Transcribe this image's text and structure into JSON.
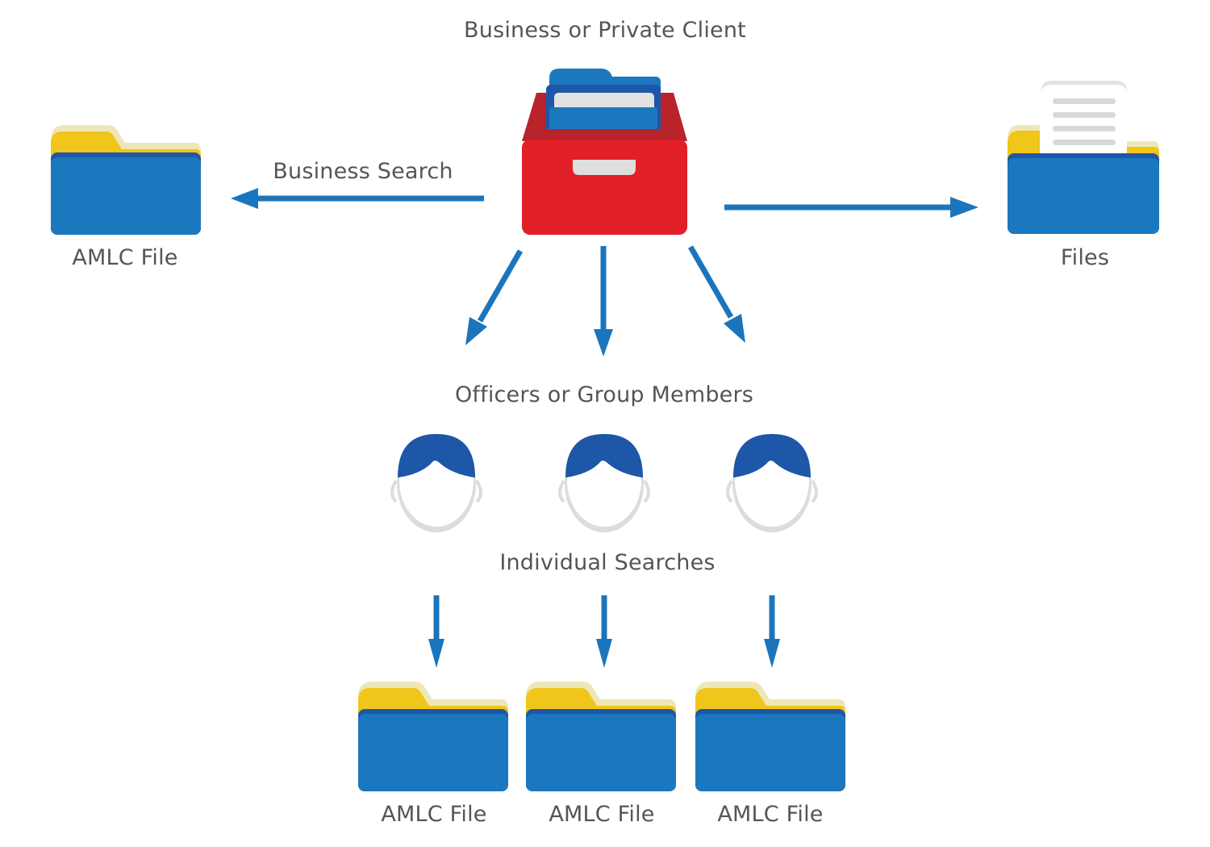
{
  "title": "Business or Private Client",
  "business_search_label": "Business Search",
  "left_file_label": "AMLC File",
  "right_files_label": "Files",
  "officers_label": "Officers or Group Members",
  "individual_searches_label": "Individual Searches",
  "bottom_files": [
    {
      "label": "AMLC File"
    },
    {
      "label": "AMLC File"
    },
    {
      "label": "AMLC File"
    }
  ],
  "icons": {
    "client": "file-drawer-icon",
    "left_folder": "folder-icon",
    "right_folder": "folder-with-document-icon",
    "people": "person-head-icon",
    "bottom_folders": "folder-icon"
  },
  "colors": {
    "arrow_blue": "#1b75bc",
    "folder_blue": "#1b78be",
    "folder_dark_blue": "#1f56a8",
    "folder_yellow": "#efc619",
    "folder_pale_yellow": "#efe6b8",
    "drawer_red": "#e01f26",
    "drawer_dark_red": "#b9232b",
    "hair_blue": "#1e56a8",
    "face_gray": "#dcdcdc",
    "text_gray": "#555555"
  }
}
